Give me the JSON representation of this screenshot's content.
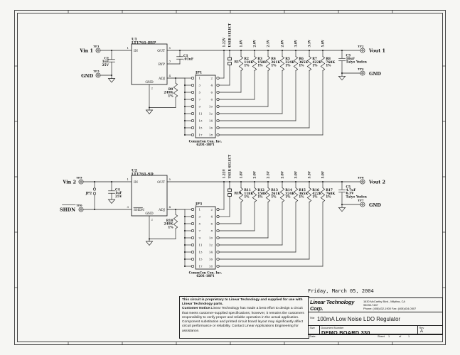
{
  "date_line": "Friday, March 05, 2004",
  "title_block": {
    "company": "Linear Technology Corp.",
    "address_line1": "1630 McCarthy Blvd., Milpitas, CA",
    "address_line2": "95035-7487",
    "address_line3": "Phone: (408)432-1900 Fax: (408)434-0507",
    "title_label": "Title",
    "title": "100mA Low Noise LDO Regulator",
    "size_label": "Size",
    "doc_label": "Document Number",
    "doc_number": "DEMO BOARD 330",
    "rev_label": "Rev",
    "rev": "A",
    "date_label": "Date:",
    "sheet_label": "Sheet",
    "sheet_number": "1",
    "of_label": "of",
    "sheet_total": "1"
  },
  "notice": {
    "intro": "This circuit is proprietary to Linear Technology and supplied for use with Linear Technology parts.",
    "customer_label": "Customer Notice:",
    "body": "Linear Technology has made a best effort to design a circuit that meets customer-supplied specifications; however, it remains the customers responsibility to verify proper and reliable operation in the actual application. Component substitution and printed circuit board layout may significantly affect circuit performance or reliability. Contact Linear Applications Engineering for assistance."
  },
  "connector": {
    "vendor": "CommCon Con. Inc.",
    "part": "6201-18P1"
  },
  "circuits": [
    {
      "vin_label": "Vin 1",
      "tp_vin": "TP1",
      "in_gnd_label": "GND",
      "tp_in_gnd": "TP3",
      "cin": {
        "ref": "C2",
        "lines": [
          "1uF",
          "25V"
        ]
      },
      "ic": {
        "ref": "U1",
        "part": "LT1761-BYP"
      },
      "pins": {
        "in": {
          "name": "IN",
          "num": "1"
        },
        "out": {
          "name": "OUT",
          "num": "5"
        },
        "aux": {
          "name": "BYP",
          "num": "3"
        },
        "adj": {
          "name": "ADJ",
          "num": "4"
        },
        "gnd": {
          "name": "GND",
          "num": "2"
        }
      },
      "byp_cap": {
        "ref": "C1",
        "value": ".01uF"
      },
      "adj_res": {
        "ref": "R9",
        "value": "249K",
        "tol": "1%"
      },
      "conn_ref": "JP1",
      "pins_left": [
        "1",
        "3",
        "5",
        "7",
        "9",
        "11",
        "13",
        "15",
        "17"
      ],
      "pins_right": [
        "2",
        "4",
        "6",
        "8",
        "10",
        "12",
        "14",
        "16",
        "18"
      ],
      "rails": [
        {
          "volt": "1.22V"
        },
        {
          "volt": "USER SELECT",
          "ref": "R1"
        },
        {
          "volt": "1.8V",
          "ref": "R2",
          "value": "118K",
          "tol": "1%"
        },
        {
          "volt": "2.0V",
          "ref": "R3",
          "value": "158K",
          "tol": "1%"
        },
        {
          "volt": "2.5V",
          "ref": "R4",
          "value": "261K",
          "tol": "1%"
        },
        {
          "volt": "2.8V",
          "ref": "R5",
          "value": "324K",
          "tol": "1%"
        },
        {
          "volt": "3.0V",
          "ref": "R6",
          "value": "365K",
          "tol": "1%"
        },
        {
          "volt": "3.3V",
          "ref": "R7",
          "value": "422K",
          "tol": "1%"
        },
        {
          "volt": "5.0V",
          "ref": "R8",
          "value": "768K",
          "tol": "1%"
        }
      ],
      "cout": {
        "ref": "C3",
        "lines": [
          "10uF",
          "Taiyo Yuden"
        ]
      },
      "vout_label": "Vout 1",
      "tp_vout": "TP2",
      "out_gnd_label": "GND",
      "tp_out_gnd": "TP4"
    },
    {
      "vin_label": "Vin 2",
      "tp_vin": "TP5",
      "in_gnd_label": "SHDN",
      "tp_in_gnd": "TP6",
      "jumper_ref": "JP2",
      "cin": {
        "ref": "C4",
        "lines": [
          "1uF",
          "25V"
        ]
      },
      "ic": {
        "ref": "U2",
        "part": "LT1761-SD"
      },
      "pins": {
        "in": {
          "name": "IN",
          "num": "1"
        },
        "out": {
          "name": "OUT",
          "num": "5"
        },
        "aux": {
          "name": "SHDN",
          "num": "3"
        },
        "adj": {
          "name": "ADJ",
          "num": "4"
        },
        "gnd": {
          "name": "GND",
          "num": "2"
        }
      },
      "adj_res": {
        "ref": "R18",
        "value": "249K",
        "tol": "1%"
      },
      "conn_ref": "JP3",
      "pins_left": [
        "1",
        "3",
        "5",
        "7",
        "9",
        "11",
        "13",
        "15",
        "17"
      ],
      "pins_right": [
        "2",
        "4",
        "6",
        "8",
        "10",
        "12",
        "14",
        "16",
        "18"
      ],
      "rails": [
        {
          "volt": "1.22V"
        },
        {
          "volt": "USER SELECT",
          "ref": "R10"
        },
        {
          "volt": "1.8V",
          "ref": "R11",
          "value": "118K",
          "tol": "1%"
        },
        {
          "volt": "2.0V",
          "ref": "R12",
          "value": "158K",
          "tol": "1%"
        },
        {
          "volt": "2.5V",
          "ref": "R13",
          "value": "261K",
          "tol": "1%"
        },
        {
          "volt": "2.8V",
          "ref": "R14",
          "value": "324K",
          "tol": "1%"
        },
        {
          "volt": "3.0V",
          "ref": "R15",
          "value": "365K",
          "tol": "1%"
        },
        {
          "volt": "3.3V",
          "ref": "R16",
          "value": "422K",
          "tol": "1%"
        },
        {
          "volt": "5.0V",
          "ref": "R17",
          "value": "768K",
          "tol": "1%"
        }
      ],
      "cout": {
        "ref": "C5",
        "lines": [
          "4.7uF",
          "6.3V",
          "Taiyo Yuden"
        ]
      },
      "vout_label": "Vout 2",
      "tp_vout": "TP8",
      "out_gnd_label": "GND",
      "tp_out_gnd": "TP7"
    }
  ]
}
